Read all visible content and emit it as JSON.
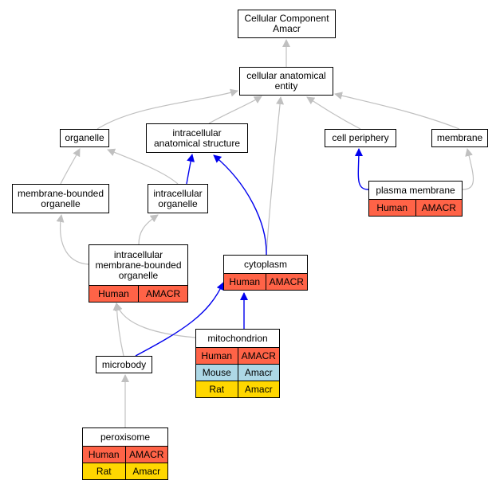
{
  "colors": {
    "human": "#ff6347",
    "mouse": "#add8e6",
    "rat": "#ffd700",
    "edge_is_a": "#c0c0c0",
    "edge_part_of": "#0000ee"
  },
  "nodes": {
    "root": {
      "label": "Cellular Component\nAmacr",
      "rows": []
    },
    "cellular_anatomical_entity": {
      "label": "cellular anatomical\nentity",
      "rows": []
    },
    "organelle": {
      "label": "organelle",
      "rows": []
    },
    "intracellular_anatomical_structure": {
      "label": "intracellular\nanatomical structure",
      "rows": []
    },
    "cell_periphery": {
      "label": "cell periphery",
      "rows": []
    },
    "membrane": {
      "label": "membrane",
      "rows": []
    },
    "membrane_bounded_organelle": {
      "label": "membrane-bounded\norganelle",
      "rows": []
    },
    "intracellular_organelle": {
      "label": "intracellular\norganelle",
      "rows": []
    },
    "plasma_membrane": {
      "label": "plasma membrane",
      "rows": [
        {
          "species": "human",
          "cells": [
            "Human",
            "AMACR"
          ]
        }
      ]
    },
    "intracellular_membrane_bounded_organelle": {
      "label": "intracellular\nmembrane-bounded\norganelle",
      "rows": [
        {
          "species": "human",
          "cells": [
            "Human",
            "AMACR"
          ]
        }
      ]
    },
    "cytoplasm": {
      "label": "cytoplasm",
      "rows": [
        {
          "species": "human",
          "cells": [
            "Human",
            "AMACR"
          ]
        }
      ]
    },
    "mitochondrion": {
      "label": "mitochondrion",
      "rows": [
        {
          "species": "human",
          "cells": [
            "Human",
            "AMACR"
          ]
        },
        {
          "species": "mouse",
          "cells": [
            "Mouse",
            "Amacr"
          ]
        },
        {
          "species": "rat",
          "cells": [
            "Rat",
            "Amacr"
          ]
        }
      ]
    },
    "microbody": {
      "label": "microbody",
      "rows": []
    },
    "peroxisome": {
      "label": "peroxisome",
      "rows": [
        {
          "species": "human",
          "cells": [
            "Human",
            "AMACR"
          ]
        },
        {
          "species": "rat",
          "cells": [
            "Rat",
            "Amacr"
          ]
        }
      ]
    }
  },
  "edges": [
    {
      "from": "cellular_anatomical_entity",
      "to": "root",
      "type": "is_a"
    },
    {
      "from": "organelle",
      "to": "cellular_anatomical_entity",
      "type": "is_a"
    },
    {
      "from": "intracellular_anatomical_structure",
      "to": "cellular_anatomical_entity",
      "type": "is_a"
    },
    {
      "from": "cell_periphery",
      "to": "cellular_anatomical_entity",
      "type": "is_a"
    },
    {
      "from": "membrane",
      "to": "cellular_anatomical_entity",
      "type": "is_a"
    },
    {
      "from": "cytoplasm",
      "to": "cellular_anatomical_entity",
      "type": "is_a"
    },
    {
      "from": "membrane_bounded_organelle",
      "to": "organelle",
      "type": "is_a"
    },
    {
      "from": "intracellular_organelle",
      "to": "organelle",
      "type": "is_a"
    },
    {
      "from": "intracellular_organelle",
      "to": "intracellular_anatomical_structure",
      "type": "part_of"
    },
    {
      "from": "cytoplasm",
      "to": "intracellular_anatomical_structure",
      "type": "part_of"
    },
    {
      "from": "plasma_membrane",
      "to": "cell_periphery",
      "type": "part_of"
    },
    {
      "from": "plasma_membrane",
      "to": "membrane",
      "type": "is_a"
    },
    {
      "from": "intracellular_membrane_bounded_organelle",
      "to": "membrane_bounded_organelle",
      "type": "is_a"
    },
    {
      "from": "intracellular_membrane_bounded_organelle",
      "to": "intracellular_organelle",
      "type": "is_a"
    },
    {
      "from": "mitochondrion",
      "to": "intracellular_membrane_bounded_organelle",
      "type": "is_a"
    },
    {
      "from": "mitochondrion",
      "to": "cytoplasm",
      "type": "part_of"
    },
    {
      "from": "microbody",
      "to": "intracellular_membrane_bounded_organelle",
      "type": "is_a"
    },
    {
      "from": "microbody",
      "to": "cytoplasm",
      "type": "part_of"
    },
    {
      "from": "peroxisome",
      "to": "microbody",
      "type": "is_a"
    }
  ]
}
